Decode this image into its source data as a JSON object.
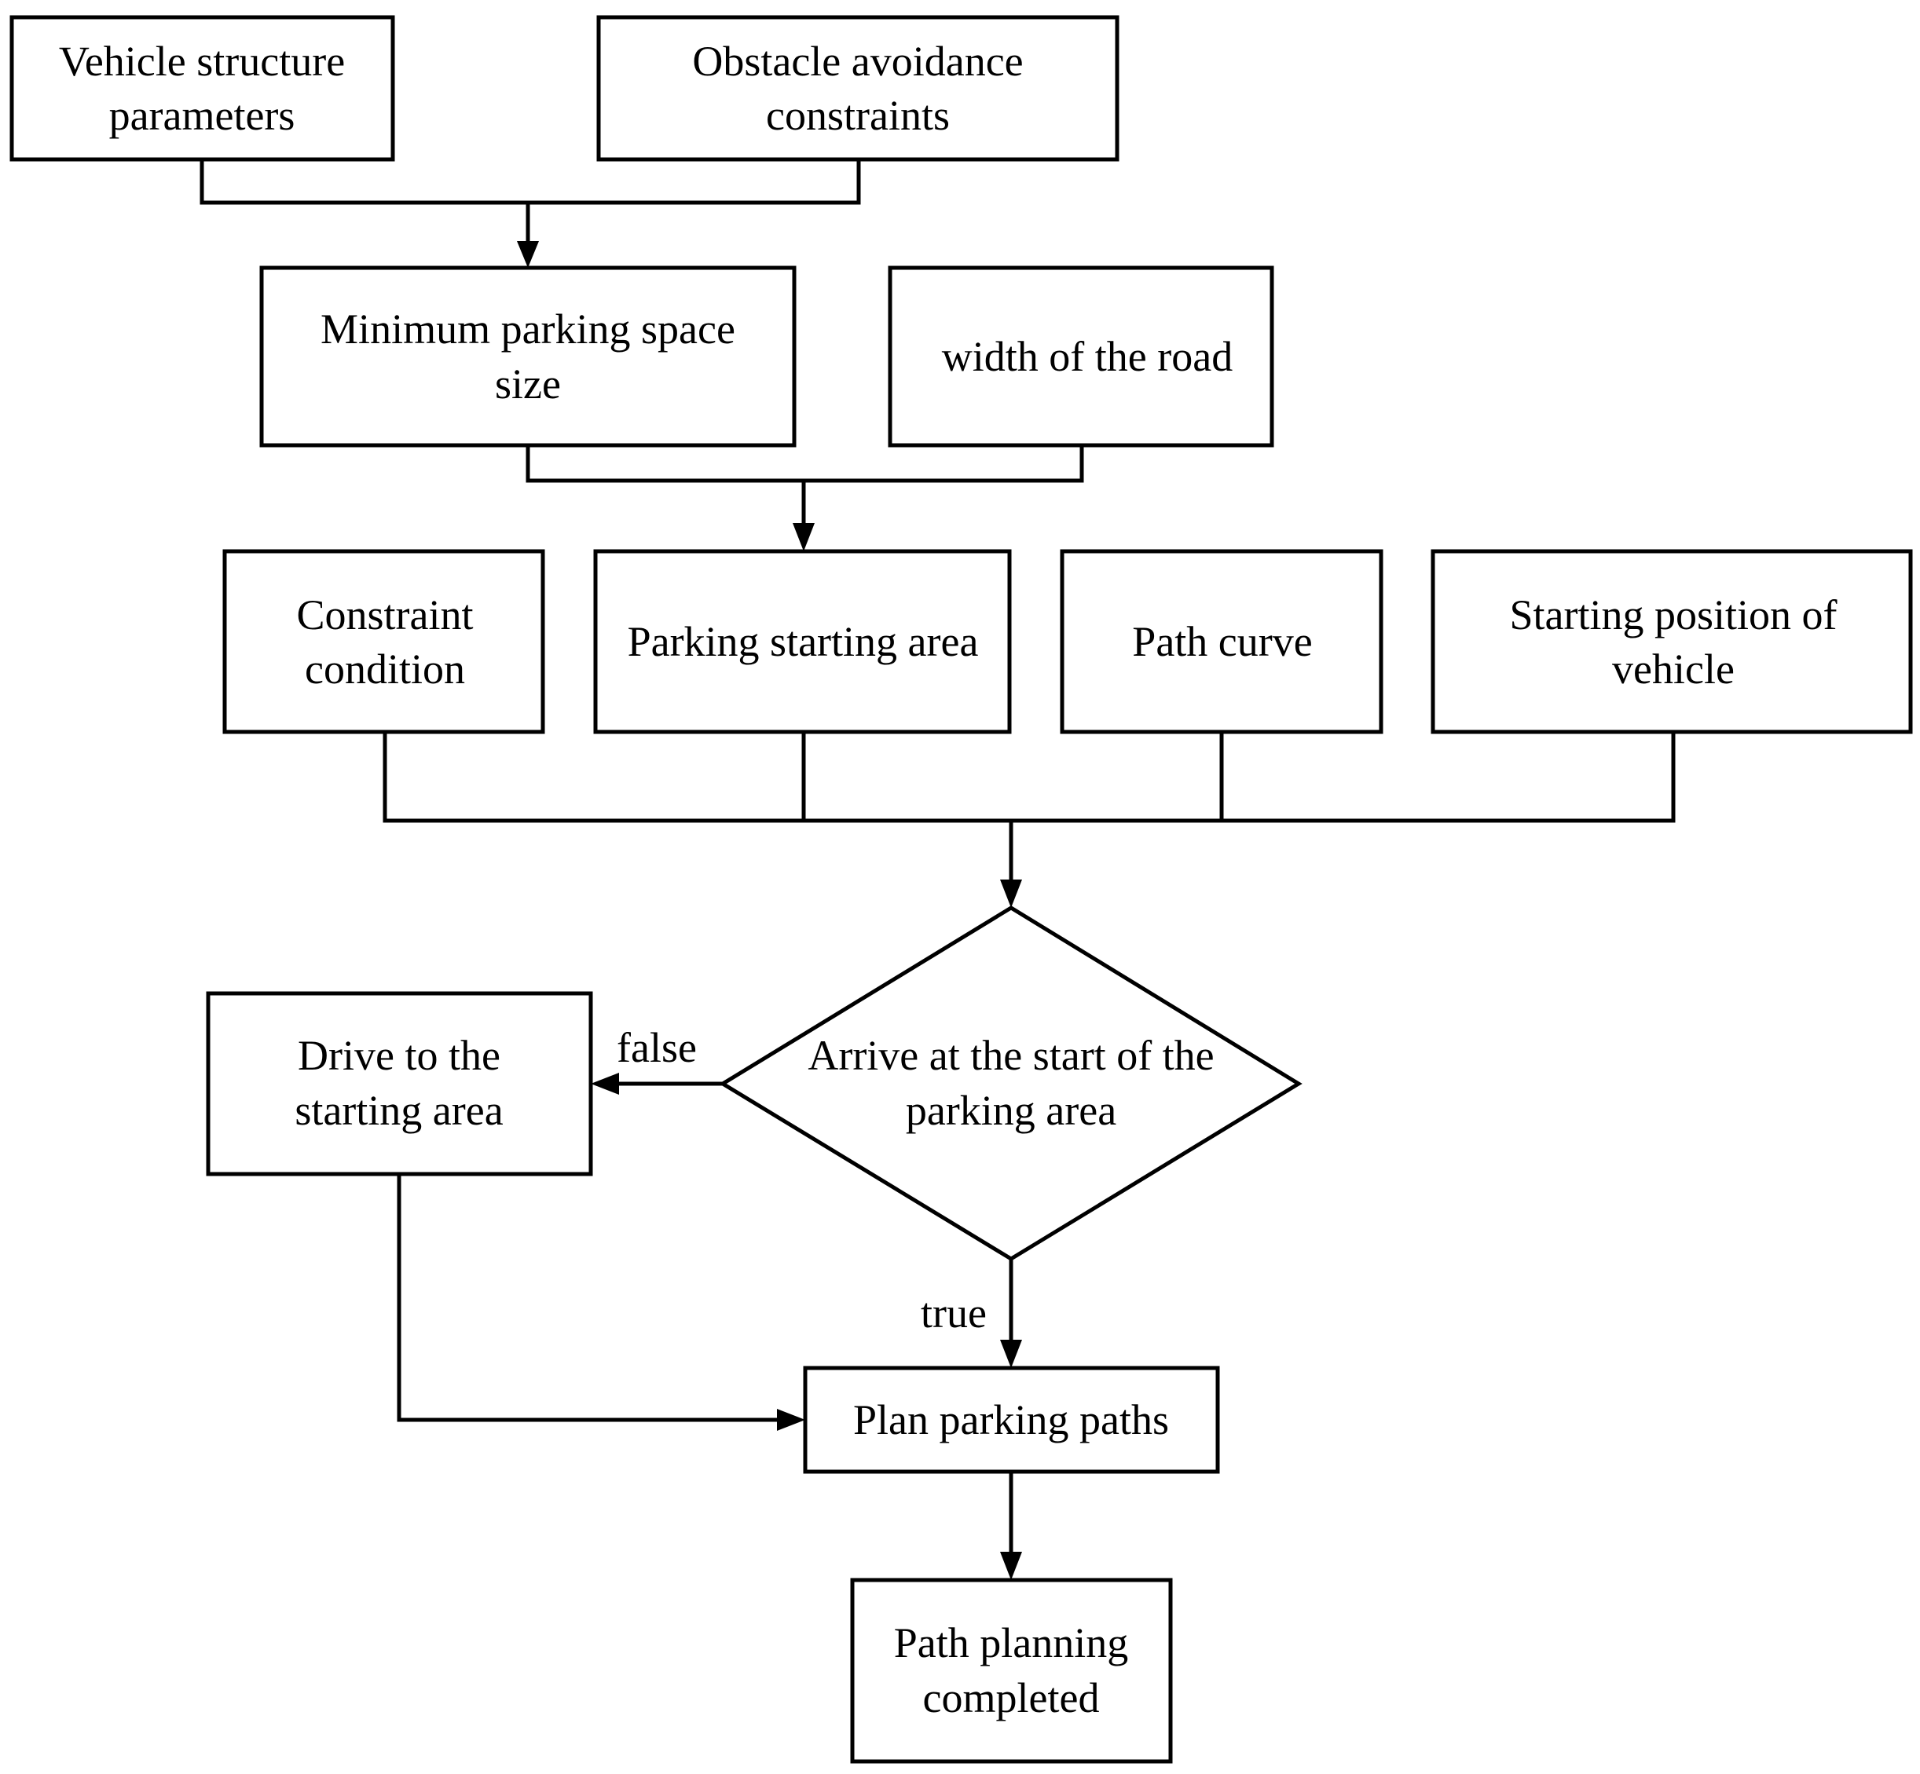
{
  "nodes": {
    "vehicle_params": {
      "lines": [
        "Vehicle structure",
        "parameters"
      ]
    },
    "obstacle_constraints": {
      "lines": [
        "Obstacle avoidance",
        "constraints"
      ]
    },
    "min_space_size": {
      "lines": [
        "Minimum parking space",
        "size"
      ]
    },
    "road_width": {
      "lines": [
        "width of the road"
      ]
    },
    "constraint_condition": {
      "lines": [
        "Constraint",
        "condition"
      ]
    },
    "parking_start_area": {
      "lines": [
        "Parking starting area"
      ]
    },
    "path_curve": {
      "lines": [
        "Path curve"
      ]
    },
    "vehicle_start_pos": {
      "lines": [
        "Starting position of",
        "vehicle"
      ]
    },
    "arrive_decision": {
      "lines": [
        "Arrive at the start of the",
        "parking area"
      ]
    },
    "drive_to_start": {
      "lines": [
        "Drive to the",
        "starting area"
      ]
    },
    "plan_paths": {
      "lines": [
        "Plan parking paths"
      ]
    },
    "planning_done": {
      "lines": [
        "Path planning",
        "completed"
      ]
    }
  },
  "edge_labels": {
    "false": "false",
    "true": "true"
  }
}
